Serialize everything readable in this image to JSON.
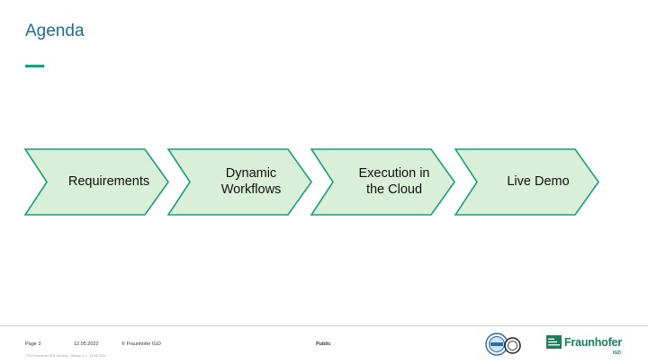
{
  "slide": {
    "title": "Agenda"
  },
  "agenda": {
    "steps": [
      {
        "label": "Requirements"
      },
      {
        "label": "Dynamic\nWorkflows"
      },
      {
        "label": "Execution in\nthe Cloud"
      },
      {
        "label": "Live Demo"
      }
    ]
  },
  "colors": {
    "title": "#1f6f8b",
    "accent": "#17a17a",
    "chevron_fill": "#d9efd8",
    "chevron_stroke": "#18a07c"
  },
  "footer": {
    "page": "Page 3",
    "date": "12.05.2022",
    "copyright": "© Fraunhofer IGD",
    "classification": "Public",
    "small_print": "TOS Fraunhofer IGD Security - Version 1.0 - 12.05.2022",
    "brand_name": "Fraunhofer",
    "brand_unit": "IGD"
  }
}
